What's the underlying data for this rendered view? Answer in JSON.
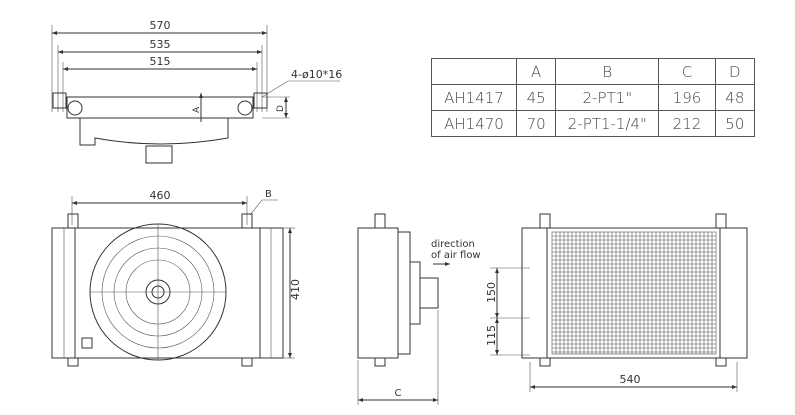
{
  "top_view": {
    "dim_overall": "570",
    "dim_mid": "535",
    "dim_inner": "515",
    "holes": "4-ø10*16",
    "dim_a": "A",
    "dim_d": "D"
  },
  "front_view": {
    "dim_width": "460",
    "dim_height": "410",
    "port": "B"
  },
  "side_view": {
    "airflow": [
      "direction",
      "of air flow"
    ],
    "dim_c": "C"
  },
  "rear_view": {
    "dim_upper": "150",
    "dim_lower": "115",
    "dim_width": "540"
  },
  "table": {
    "headers": [
      "",
      "A",
      "B",
      "C",
      "D"
    ],
    "rows": [
      [
        "AH1417",
        "45",
        "2-PT1\"",
        "196",
        "48"
      ],
      [
        "AH1470",
        "70",
        "2-PT1-1/4\"",
        "212",
        "50"
      ]
    ]
  }
}
